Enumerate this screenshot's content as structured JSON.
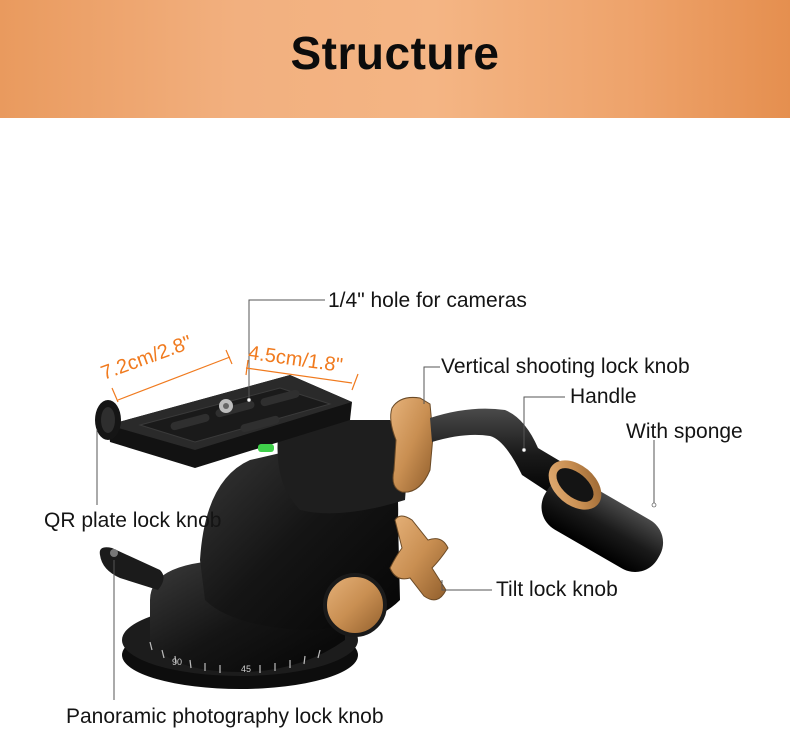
{
  "header": {
    "title": "Structure",
    "background": "#f2ac76"
  },
  "dimensions": {
    "plate_length": "7.2cm/2.8\"",
    "plate_width": "4.5cm/1.8\"",
    "color": "#f07a1e"
  },
  "callouts": {
    "camera_hole": "1/4\" hole for cameras",
    "vertical_lock": "Vertical shooting lock knob",
    "handle": "Handle",
    "sponge": "With sponge",
    "qr_lock": "QR plate lock knob",
    "tilt_lock": "Tilt lock knob",
    "panoramic_lock": "Panoramic photography lock knob"
  },
  "dial_marks": {
    "mark_90": "90",
    "mark_45": "45"
  },
  "colors": {
    "body": "#141414",
    "knob_bronze": "#c98f52",
    "level_green": "#3fcf4a"
  }
}
